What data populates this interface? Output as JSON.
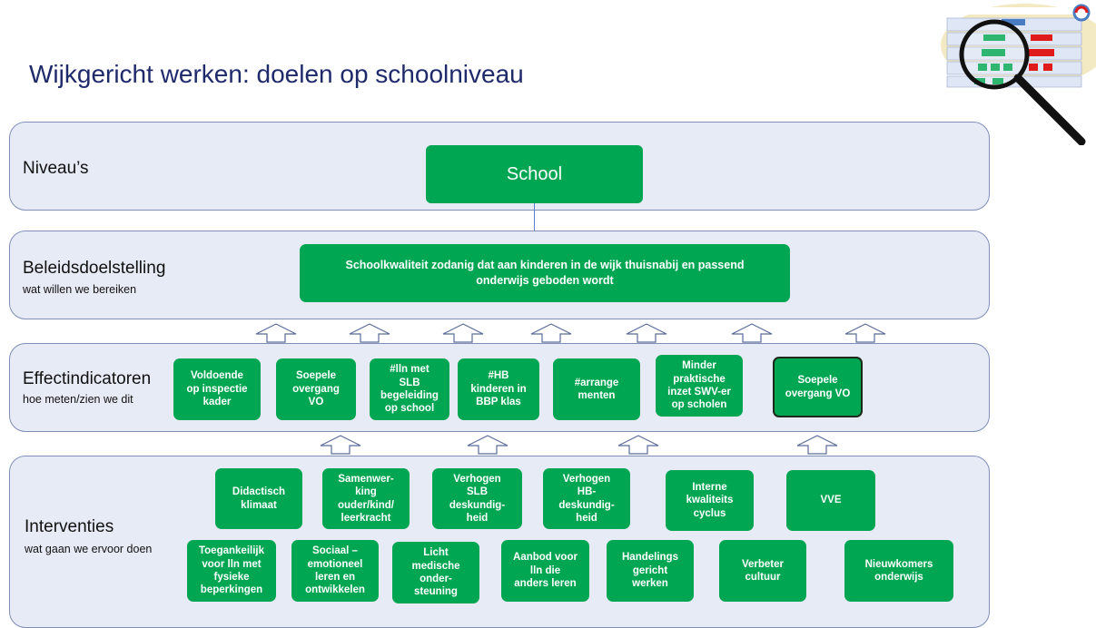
{
  "title": "Wijkgericht werken: doelen op schoolniveau",
  "colors": {
    "box_green": "#00a651",
    "band_fill": "#e7ebf6",
    "band_border": "#7f8fb8",
    "title_color": "#1f2a6b",
    "connector": "#5b7fd0"
  },
  "levels": {
    "niveaus": {
      "title": "Niveau’s",
      "box": "School"
    },
    "beleidsdoelstelling": {
      "title": "Beleidsdoelstelling",
      "subtitle": "wat willen we bereiken",
      "box": "Schoolkwaliteit zodanig dat aan kinderen in de wijk thuisnabij en passend\nonderwijs geboden wordt"
    },
    "effectindicatoren": {
      "title": "Effectindicatoren",
      "subtitle": "hoe meten/zien we dit",
      "boxes": [
        "Voldoende\nop inspectie\nkader",
        "Soepele\novergang\nVO",
        "#lln met\nSLB\nbegeleiding\nop school",
        "#HB\nkinderen in\nBBP klas",
        "#arrange\nmenten",
        "Minder\npraktische\ninzet SWV-er\nop scholen",
        "Soepele\novergang VO"
      ]
    },
    "interventies": {
      "title": "Interventies",
      "subtitle": "wat gaan we ervoor doen",
      "row1": [
        "Didactisch\nklimaat",
        "Samenwer-\nking\nouder/kind/\nleerkracht",
        "Verhogen\nSLB\ndeskundig-\nheid",
        "Verhogen\nHB-\ndeskundig-\nheid",
        "Interne\nkwaliteits\ncyclus",
        "VVE"
      ],
      "row2": [
        "Toegankeilijk\nvoor  lln met\nfysieke\nbeperkingen",
        "Sociaal –\nemotioneel\nleren en\nontwikkelen",
        "Licht\nmedische\nonder-\nsteuning",
        "Aanbod voor\nlln die\nanders leren",
        "Handelings\ngericht\nwerken",
        "Verbeter\ncultuur",
        "Nieuwkomers\nonderwijs"
      ]
    }
  }
}
